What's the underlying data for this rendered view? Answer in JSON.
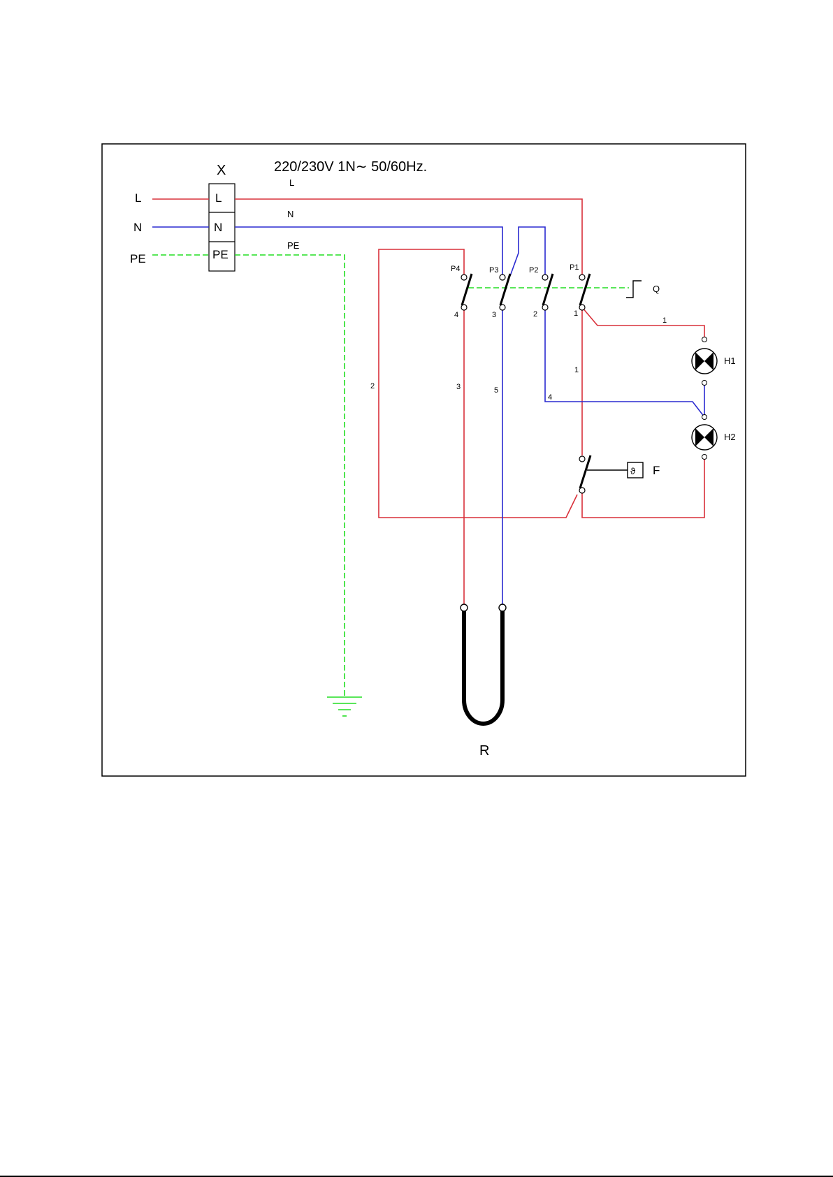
{
  "supply": "220/230V 1N∼ 50/60Hz.",
  "terminal_block": {
    "name": "X",
    "terminals": [
      "L",
      "N",
      "PE"
    ]
  },
  "input_labels": [
    "L",
    "N",
    "PE"
  ],
  "wire_labels": {
    "l": "L",
    "n": "N",
    "pe": "PE",
    "w1a": "1",
    "w1b": "1",
    "w2": "2",
    "w3": "3",
    "w4": "4",
    "w5": "5"
  },
  "switch": {
    "name": "Q",
    "poles": [
      "P4",
      "P3",
      "P2",
      "P1"
    ],
    "contacts": [
      "4",
      "3",
      "2",
      "1"
    ]
  },
  "lamps": [
    "H1",
    "H2"
  ],
  "thermostat": {
    "name": "F",
    "symbol": "ϑ"
  },
  "heater": "R",
  "colors": {
    "line": "#d9303a",
    "neutral": "#2a2ad0",
    "earth": "#22dd22",
    "black": "#000000"
  }
}
